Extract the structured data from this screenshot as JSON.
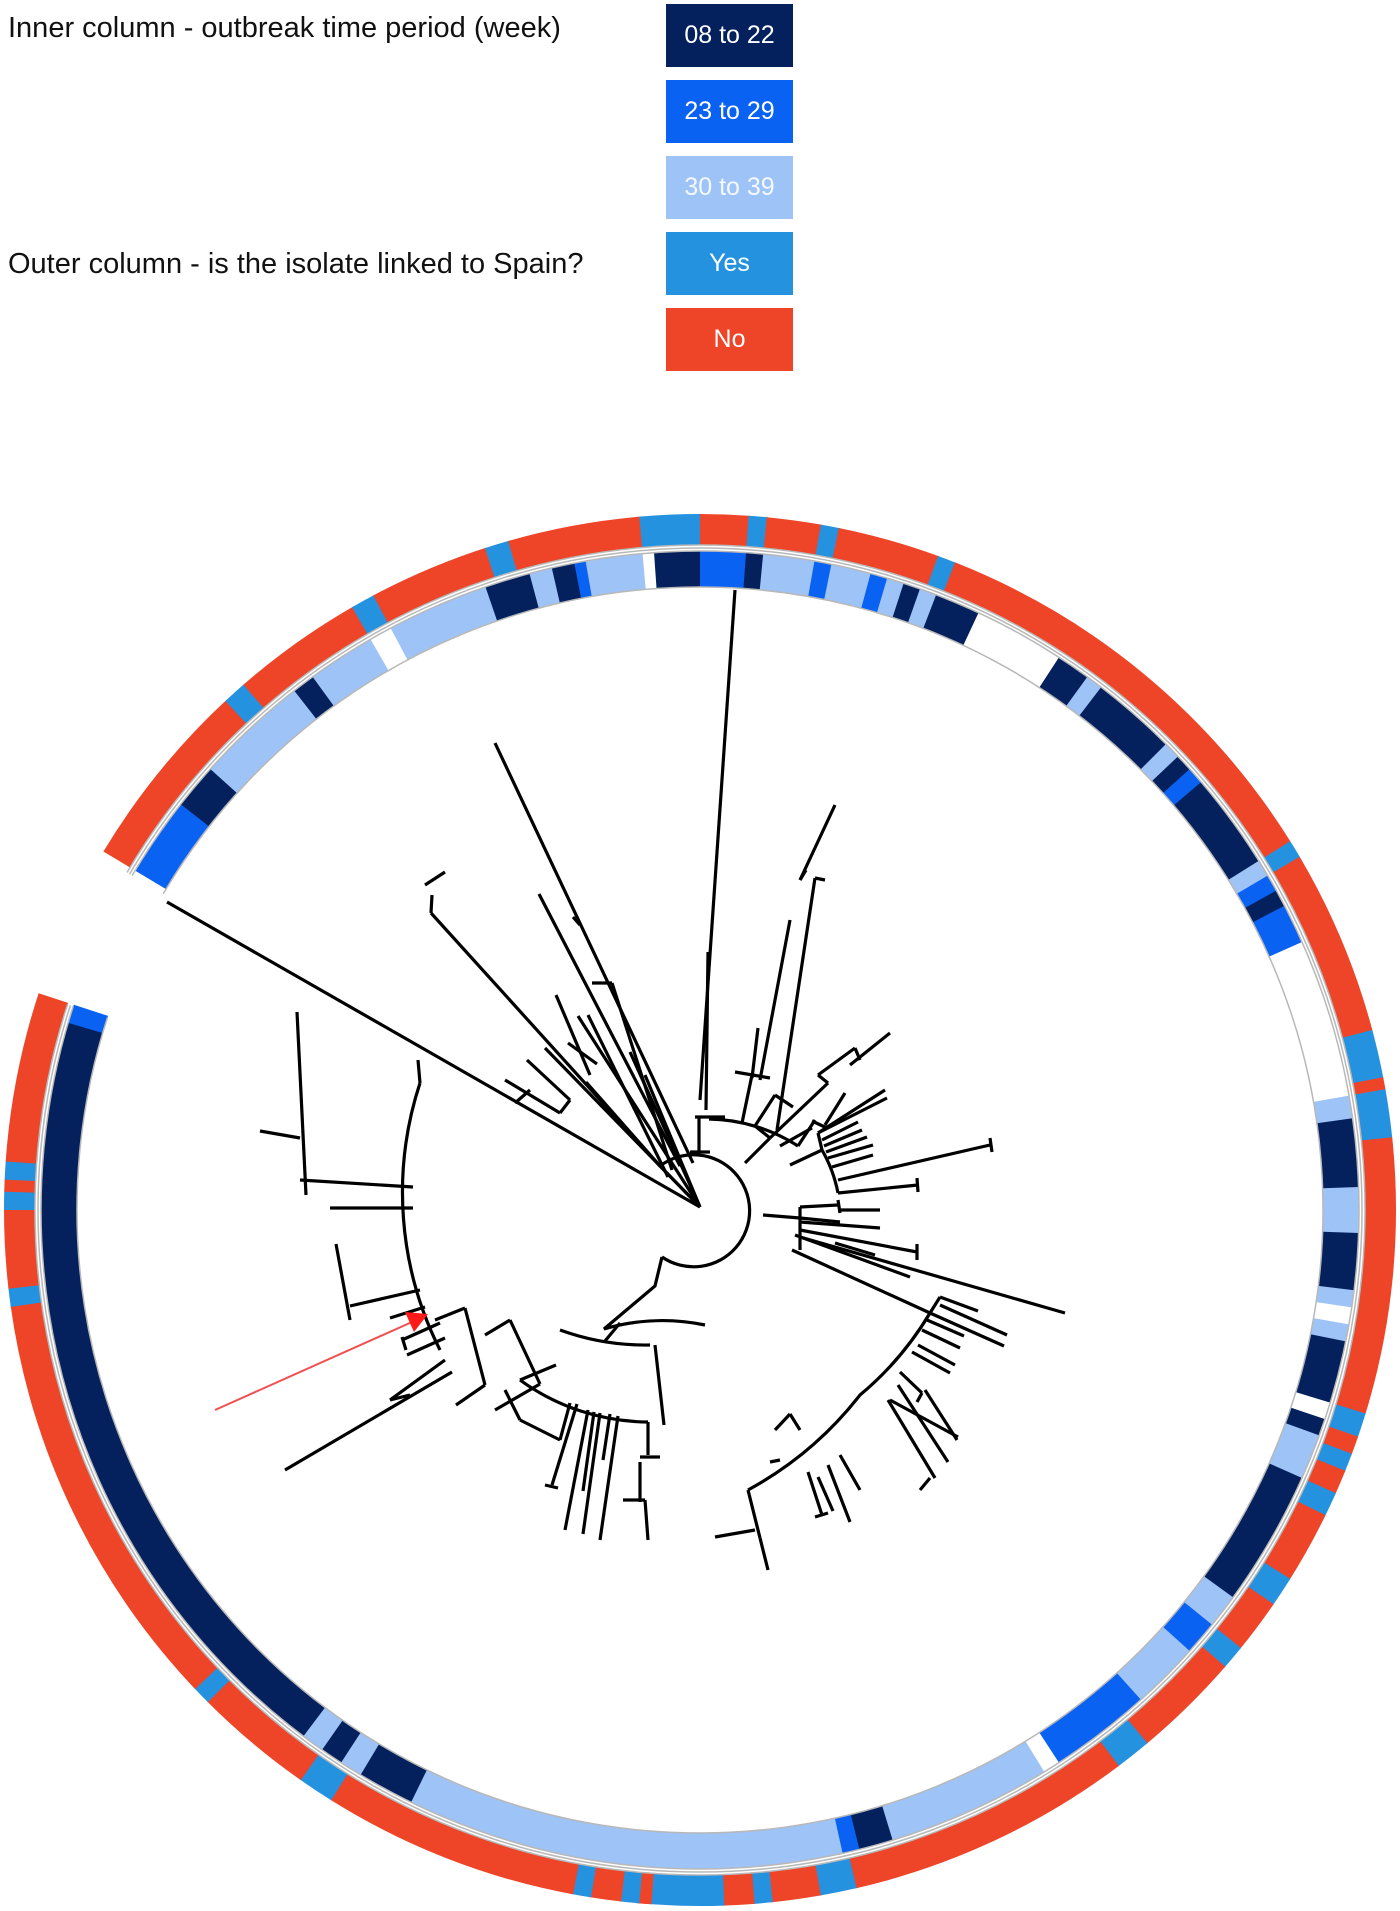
{
  "legend": {
    "inner_title": "Inner column - outbreak time period (week)",
    "outer_title": "Outer column - is the isolate linked to Spain?",
    "inner_items": [
      {
        "label": "08 to 22",
        "color": "#04215e",
        "text_color": "#ffffff"
      },
      {
        "label": "23 to 29",
        "color": "#0a62f2",
        "text_color": "#ffffff"
      },
      {
        "label": "30 to 39",
        "color": "#9ec3f7",
        "text_color": "#f4f8ff"
      }
    ],
    "outer_items": [
      {
        "label": "Yes",
        "color": "#2592e0",
        "text_color": "#ffffff"
      },
      {
        "label": "No",
        "color": "#ee4428",
        "text_color": "#ffffff"
      }
    ]
  },
  "chart_data": {
    "type": "circular-phylogenetic-tree",
    "title": "",
    "rings": [
      {
        "name": "Inner column - outbreak time period (week)",
        "categories": [
          "08 to 22",
          "23 to 29",
          "30 to 39",
          "none"
        ],
        "segments": [
          [
            301,
            308,
            "23 to 29"
          ],
          [
            308,
            312,
            "08 to 22"
          ],
          [
            312,
            322,
            "30 to 39"
          ],
          [
            322,
            324,
            "08 to 22"
          ],
          [
            324,
            330,
            "30 to 39"
          ],
          [
            330,
            332,
            "none"
          ],
          [
            332,
            341,
            "30 to 39"
          ],
          [
            341,
            345,
            "08 to 22"
          ],
          [
            345,
            347,
            "30 to 39"
          ],
          [
            347,
            349,
            "08 to 22"
          ],
          [
            349,
            350,
            "23 to 29"
          ],
          [
            350,
            355,
            "30 to 39"
          ],
          [
            355,
            356,
            "none"
          ],
          [
            356,
            360,
            "08 to 22"
          ],
          [
            0,
            4,
            "23 to 29"
          ],
          [
            4,
            5.5,
            "08 to 22"
          ],
          [
            5.5,
            10,
            "30 to 39"
          ],
          [
            10,
            11.5,
            "23 to 29"
          ],
          [
            11.5,
            15,
            "30 to 39"
          ],
          [
            15,
            16.5,
            "23 to 29"
          ],
          [
            16.5,
            18,
            "30 to 39"
          ],
          [
            18,
            19.5,
            "08 to 22"
          ],
          [
            19.5,
            21,
            "30 to 39"
          ],
          [
            21,
            25,
            "08 to 22"
          ],
          [
            25,
            33,
            "none"
          ],
          [
            33,
            36,
            "08 to 22"
          ],
          [
            36,
            37.5,
            "30 to 39"
          ],
          [
            37.5,
            45,
            "08 to 22"
          ],
          [
            45,
            46.5,
            "30 to 39"
          ],
          [
            46.5,
            48,
            "08 to 22"
          ],
          [
            48,
            49.5,
            "23 to 29"
          ],
          [
            49.5,
            58,
            "08 to 22"
          ],
          [
            58,
            59.5,
            "30 to 39"
          ],
          [
            59.5,
            61,
            "23 to 29"
          ],
          [
            61,
            62.5,
            "08 to 22"
          ],
          [
            62.5,
            66,
            "23 to 29"
          ],
          [
            66,
            80,
            "none"
          ],
          [
            80,
            82,
            "30 to 39"
          ],
          [
            82,
            88,
            "08 to 22"
          ],
          [
            88,
            92,
            "30 to 39"
          ],
          [
            92,
            97,
            "08 to 22"
          ],
          [
            97,
            98.5,
            "30 to 39"
          ],
          [
            98.5,
            100,
            "none"
          ],
          [
            100,
            101.5,
            "30 to 39"
          ],
          [
            101.5,
            107,
            "08 to 22"
          ],
          [
            107,
            108.5,
            "none"
          ],
          [
            108.5,
            110,
            "08 to 22"
          ],
          [
            110,
            114,
            "30 to 39"
          ],
          [
            114,
            126,
            "08 to 22"
          ],
          [
            126,
            129,
            "30 to 39"
          ],
          [
            129,
            132,
            "23 to 29"
          ],
          [
            132,
            138,
            "30 to 39"
          ],
          [
            138,
            147,
            "23 to 29"
          ],
          [
            147,
            148.5,
            "none"
          ],
          [
            148.5,
            163,
            "30 to 39"
          ],
          [
            163,
            166,
            "08 to 22"
          ],
          [
            166,
            167.5,
            "23 to 29"
          ],
          [
            167.5,
            206,
            "30 to 39"
          ],
          [
            206,
            211,
            "08 to 22"
          ],
          [
            211,
            213,
            "30 to 39"
          ],
          [
            213,
            215,
            "08 to 22"
          ],
          [
            215,
            217,
            "30 to 39"
          ],
          [
            217,
            220,
            "08 to 22"
          ],
          [
            220,
            286.5,
            "08 to 22"
          ],
          [
            286.5,
            288,
            "23 to 29"
          ]
        ]
      },
      {
        "name": "Outer column - is the isolate linked to Spain?",
        "categories": [
          "Yes",
          "No"
        ],
        "segments": [
          [
            301,
            317,
            "No"
          ],
          [
            317,
            319,
            "Yes"
          ],
          [
            319,
            330,
            "No"
          ],
          [
            330,
            332,
            "Yes"
          ],
          [
            332,
            342,
            "No"
          ],
          [
            342,
            344,
            "Yes"
          ],
          [
            344,
            355,
            "No"
          ],
          [
            355,
            360,
            "Yes"
          ],
          [
            0,
            4,
            "No"
          ],
          [
            4,
            5.5,
            "Yes"
          ],
          [
            5.5,
            10,
            "No"
          ],
          [
            10,
            11.5,
            "Yes"
          ],
          [
            11.5,
            20,
            "No"
          ],
          [
            20,
            21.5,
            "Yes"
          ],
          [
            21.5,
            58,
            "No"
          ],
          [
            58,
            59.5,
            "Yes"
          ],
          [
            59.5,
            75,
            "No"
          ],
          [
            75,
            79,
            "Yes"
          ],
          [
            79,
            80,
            "No"
          ],
          [
            80,
            84,
            "Yes"
          ],
          [
            84,
            107,
            "No"
          ],
          [
            107,
            109,
            "Yes"
          ],
          [
            109,
            110.5,
            "No"
          ],
          [
            110.5,
            112,
            "Yes"
          ],
          [
            112,
            114,
            "No"
          ],
          [
            114,
            116,
            "Yes"
          ],
          [
            116,
            122,
            "No"
          ],
          [
            122,
            124.5,
            "Yes"
          ],
          [
            124.5,
            129,
            "No"
          ],
          [
            129,
            131,
            "Yes"
          ],
          [
            131,
            140,
            "No"
          ],
          [
            140,
            143,
            "Yes"
          ],
          [
            143,
            167,
            "No"
          ],
          [
            167,
            170,
            "Yes"
          ],
          [
            170,
            174,
            "No"
          ],
          [
            174,
            175.5,
            "Yes"
          ],
          [
            175.5,
            178,
            "No"
          ],
          [
            178,
            184,
            "Yes"
          ],
          [
            184,
            185,
            "No"
          ],
          [
            185,
            186.5,
            "Yes"
          ],
          [
            186.5,
            189,
            "No"
          ],
          [
            189,
            190.5,
            "Yes"
          ],
          [
            190.5,
            212,
            "No"
          ],
          [
            212,
            215,
            "Yes"
          ],
          [
            215,
            225,
            "No"
          ],
          [
            225,
            226.5,
            "Yes"
          ],
          [
            226.5,
            262,
            "No"
          ],
          [
            262,
            263.5,
            "Yes"
          ],
          [
            263.5,
            270,
            "No"
          ],
          [
            270,
            271.5,
            "Yes"
          ],
          [
            271.5,
            272.5,
            "No"
          ],
          [
            272.5,
            274,
            "Yes"
          ],
          [
            274,
            288,
            "No"
          ]
        ]
      }
    ],
    "annotation": {
      "type": "arrow",
      "color": "#f05050",
      "description": "red arrow pointing to a clade node"
    }
  }
}
